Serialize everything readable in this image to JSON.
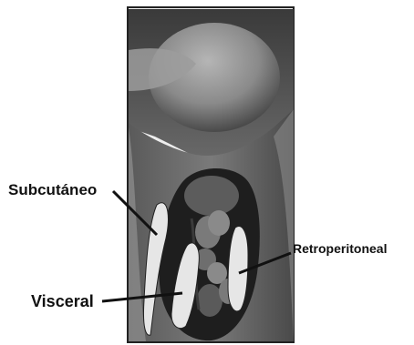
{
  "labels": {
    "subcutaneous": "Subcutáneo",
    "visceral": "Visceral",
    "retroperitoneal": "Retroperitoneal"
  },
  "colors": {
    "background": "#ffffff",
    "body_dark": "#2f2f2f",
    "body_mid": "#6e6e6e",
    "body_light": "#a6a6a6",
    "fat_depot": "#e6e6e6",
    "label_text": "#111111"
  }
}
